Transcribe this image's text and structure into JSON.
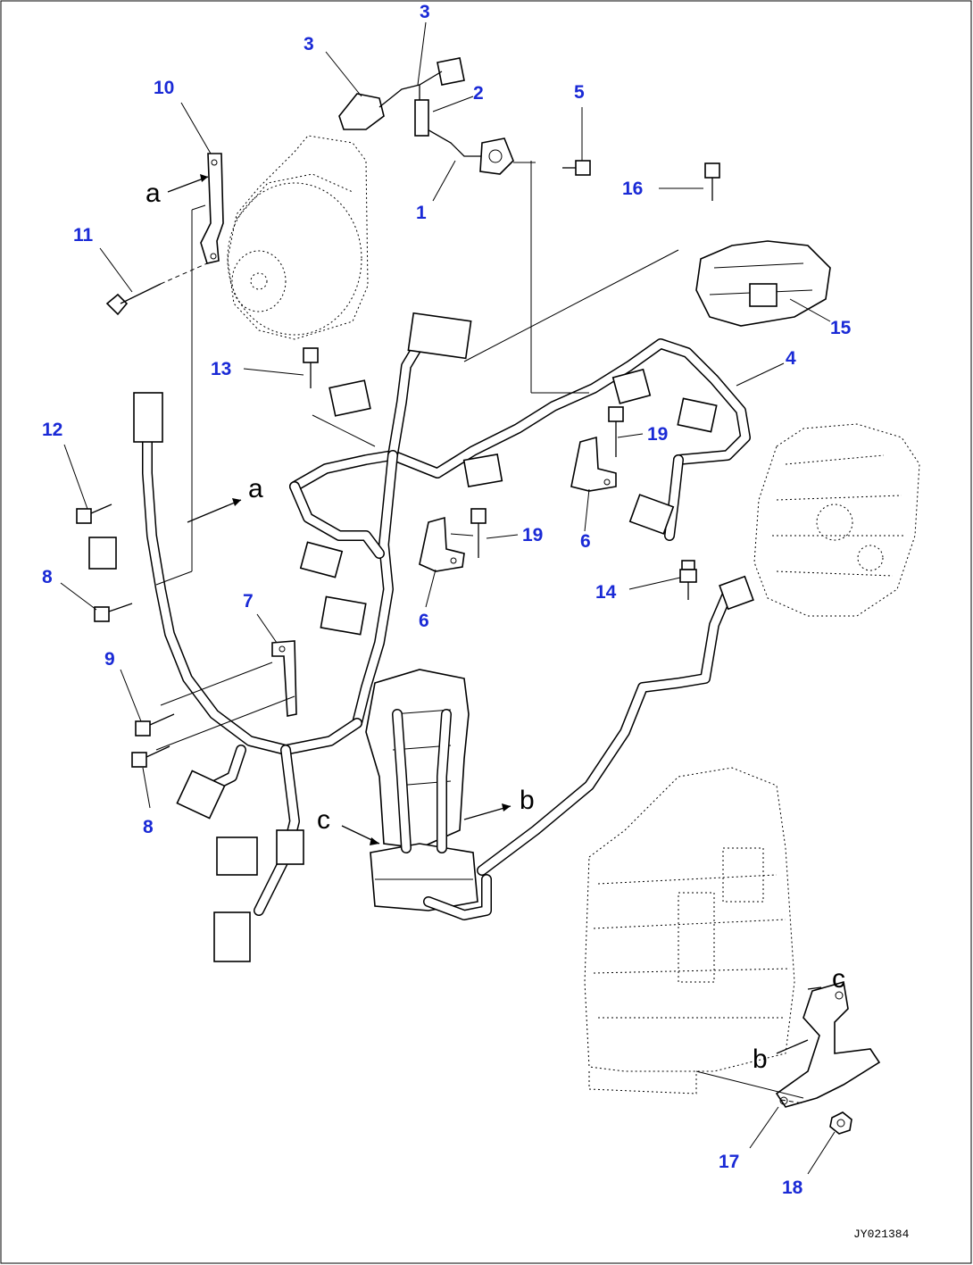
{
  "callouts": [
    {
      "id": "c3a",
      "label": "3"
    },
    {
      "id": "c3b",
      "label": "3"
    },
    {
      "id": "c2",
      "label": "2"
    },
    {
      "id": "c1",
      "label": "1"
    },
    {
      "id": "c5",
      "label": "5"
    },
    {
      "id": "c16",
      "label": "16"
    },
    {
      "id": "c10",
      "label": "10"
    },
    {
      "id": "c11",
      "label": "11"
    },
    {
      "id": "c15",
      "label": "15"
    },
    {
      "id": "c4",
      "label": "4"
    },
    {
      "id": "c13",
      "label": "13"
    },
    {
      "id": "c19a",
      "label": "19"
    },
    {
      "id": "c19b",
      "label": "19"
    },
    {
      "id": "c12",
      "label": "12"
    },
    {
      "id": "c6a",
      "label": "6"
    },
    {
      "id": "c6b",
      "label": "6"
    },
    {
      "id": "c8a",
      "label": "8"
    },
    {
      "id": "c14",
      "label": "14"
    },
    {
      "id": "c7",
      "label": "7"
    },
    {
      "id": "c9",
      "label": "9"
    },
    {
      "id": "c8b",
      "label": "8"
    },
    {
      "id": "c17",
      "label": "17"
    },
    {
      "id": "c18",
      "label": "18"
    }
  ],
  "reference_letters": {
    "a_top": "a",
    "a_mid": "a",
    "b_mid": "b",
    "c_mid": "c",
    "c_right": "c",
    "b_right": "b"
  },
  "drawing_number": "JY021384"
}
